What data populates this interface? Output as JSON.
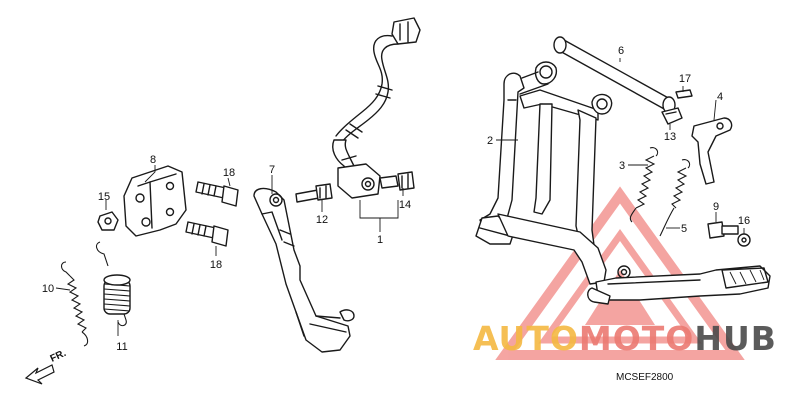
{
  "diagram_code": "MCSEF2800",
  "direction_label": "FR.",
  "watermark": {
    "part1": "AUTO",
    "part2": "MOTO",
    "part3": "HUB",
    "color_auto": "#f4b942",
    "color_moto": "#ec7a72",
    "color_hub": "#4a4a4a"
  },
  "callouts": [
    {
      "id": "c1",
      "label": "1"
    },
    {
      "id": "c2",
      "label": "2"
    },
    {
      "id": "c3",
      "label": "3"
    },
    {
      "id": "c4",
      "label": "4"
    },
    {
      "id": "c5",
      "label": "5"
    },
    {
      "id": "c6",
      "label": "6"
    },
    {
      "id": "c7",
      "label": "7"
    },
    {
      "id": "c8",
      "label": "8"
    },
    {
      "id": "c9",
      "label": "9"
    },
    {
      "id": "c10",
      "label": "10"
    },
    {
      "id": "c11",
      "label": "11"
    },
    {
      "id": "c12",
      "label": "12"
    },
    {
      "id": "c13",
      "label": "13"
    },
    {
      "id": "c14",
      "label": "14"
    },
    {
      "id": "c15",
      "label": "15"
    },
    {
      "id": "c16",
      "label": "16"
    },
    {
      "id": "c17",
      "label": "17"
    },
    {
      "id": "c18a",
      "label": "18"
    },
    {
      "id": "c18b",
      "label": "18"
    }
  ]
}
